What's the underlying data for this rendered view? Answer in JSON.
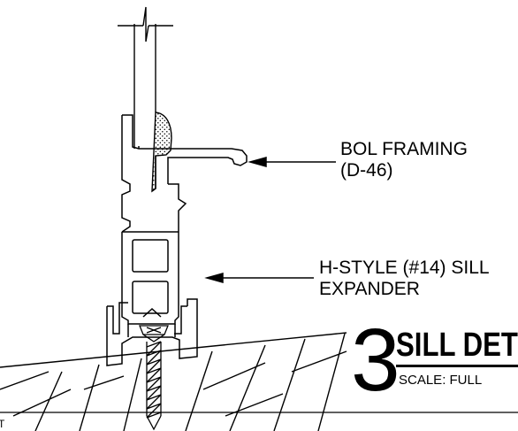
{
  "callouts": {
    "bol_framing": [
      "BOL FRAMING",
      "(D-46)"
    ],
    "h_style": [
      "H-STYLE (#14) SILL",
      "EXPANDER"
    ]
  },
  "detail": {
    "number": "3",
    "title": "SILL DET",
    "scale": "SCALE:  FULL"
  },
  "edge_text": "T"
}
